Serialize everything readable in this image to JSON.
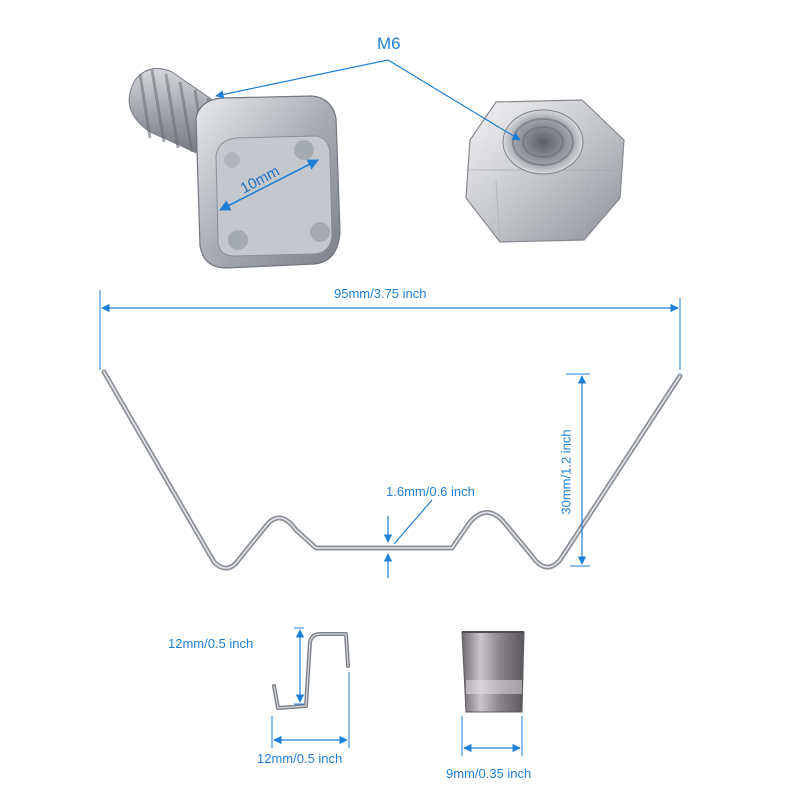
{
  "labels": {
    "thread": "M6",
    "head": "10mm",
    "width": "95mm/3.75 inch",
    "wire": "1.6mm/0.6 inch",
    "height": "30mm/1.2 inch",
    "side_height": "12mm/0.5 inch",
    "side_width": "12mm/0.5 inch",
    "front_width": "9mm/0.35 inch"
  },
  "colors": {
    "dimension": "#1f7fd6",
    "metal": "#b9bcc2",
    "wire": "#9a9ea6"
  },
  "icons": {
    "bolt": "square-head-bolt",
    "nut": "hex-nut"
  }
}
